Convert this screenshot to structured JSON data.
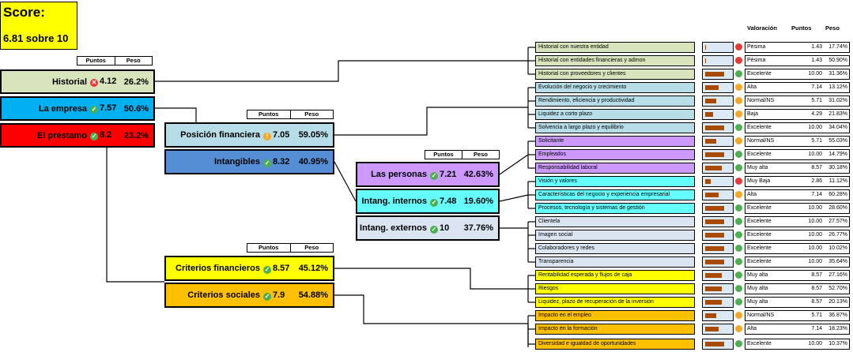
{
  "score": {
    "title": "Score:",
    "value": "6.81 sobre 10"
  },
  "header_labels": {
    "puntos": "Puntos",
    "peso": "Peso"
  },
  "right_headers": {
    "valoracion": "Valoración",
    "puntos": "Puntos",
    "peso": "Peso"
  },
  "level1": [
    {
      "name": "Historial",
      "status": "bad",
      "value": "4.12",
      "pct": "26.2%",
      "color": "#d8e4bc"
    },
    {
      "name": "La empresa",
      "status": "ok",
      "value": "7.57",
      "pct": "50.6%",
      "color": "#00b0f0"
    },
    {
      "name": "El préstamo",
      "status": "ok",
      "value": "8.2",
      "pct": "23.2%",
      "color": "#ff0000"
    }
  ],
  "level2_empresa": [
    {
      "name": "Posición financiera",
      "status": "mid",
      "value": "7.05",
      "pct": "59.05%",
      "color": "#b7dee8"
    },
    {
      "name": "Intangibles",
      "status": "ok",
      "value": "8.32",
      "pct": "40.95%",
      "color": "#558ed5"
    }
  ],
  "level2_prestamo": [
    {
      "name": "Criterios financieros",
      "status": "ok",
      "value": "8.57",
      "pct": "45.12%",
      "color": "#ffff00"
    },
    {
      "name": "Criterios sociales",
      "status": "ok",
      "value": "7.9",
      "pct": "54.88%",
      "color": "#ffc000"
    }
  ],
  "level3_intangibles": [
    {
      "name": "Las personas",
      "status": "ok",
      "value": "7.21",
      "pct": "42.63%",
      "color": "#cc99ff"
    },
    {
      "name": "Intang. internos",
      "status": "ok",
      "value": "7.48",
      "pct": "19.60%",
      "color": "#66ffff"
    },
    {
      "name": "Intang. externos",
      "status": "ok",
      "value": "10",
      "pct": "37.76%",
      "color": "#dbe5f1"
    }
  ],
  "leaves": [
    {
      "label": "Historial con nuestra entidad",
      "color": "#d8e4bc",
      "fill": 0.05,
      "status": "bad",
      "valoracion": "Pésima",
      "puntos": "1.43",
      "peso": "17.74%"
    },
    {
      "label": "Historial con entidades financieras y admon",
      "color": "#d8e4bc",
      "fill": 0.05,
      "status": "bad",
      "valoracion": "Pésima",
      "puntos": "1.43",
      "peso": "50.90%"
    },
    {
      "label": "Historial con proveedores y clientes",
      "color": "#d8e4bc",
      "fill": 1.0,
      "status": "ok",
      "valoracion": "Excelente",
      "puntos": "10.00",
      "peso": "31.36%"
    },
    {
      "label": "Evolución del negocio y crecimiento",
      "color": "#b7dee8",
      "fill": 0.71,
      "status": "mid",
      "valoracion": "Alta",
      "puntos": "7.14",
      "peso": "13.12%"
    },
    {
      "label": "Rendimiento, eficiencia y productividad",
      "color": "#b7dee8",
      "fill": 0.57,
      "status": "mid",
      "valoracion": "Normal/NS",
      "puntos": "5.71",
      "peso": "31.02%"
    },
    {
      "label": "Liquidez a corto plazo",
      "color": "#b7dee8",
      "fill": 0.43,
      "status": "mid",
      "valoracion": "Baja",
      "puntos": "4.29",
      "peso": "21.83%"
    },
    {
      "label": "Solvencia a largo plazo y equilibrio",
      "color": "#b7dee8",
      "fill": 1.0,
      "status": "ok",
      "valoracion": "Excelente",
      "puntos": "10.00",
      "peso": "34.04%"
    },
    {
      "label": "Solicitante",
      "color": "#cc99ff",
      "fill": 0.57,
      "status": "mid",
      "valoracion": "Normal/NS",
      "puntos": "5.71",
      "peso": "55.03%"
    },
    {
      "label": "Empleados",
      "color": "#cc99ff",
      "fill": 1.0,
      "status": "ok",
      "valoracion": "Excelente",
      "puntos": "10.00",
      "peso": "14.79%"
    },
    {
      "label": "Responsabilidad laboral",
      "color": "#cc99ff",
      "fill": 0.86,
      "status": "ok",
      "valoracion": "Muy alta",
      "puntos": "8.57",
      "peso": "30.18%"
    },
    {
      "label": "Visión y valores",
      "color": "#66ffff",
      "fill": 0.29,
      "status": "bad",
      "valoracion": "Muy Baja",
      "puntos": "2.86",
      "peso": "11.12%"
    },
    {
      "label": "Características del negocio y experiencia empresarial",
      "color": "#66ffff",
      "fill": 0.71,
      "status": "mid",
      "valoracion": "Alta",
      "puntos": "7.14",
      "peso": "60.28%"
    },
    {
      "label": "Procesos, tecnología y sistemas de gestión",
      "color": "#66ffff",
      "fill": 1.0,
      "status": "ok",
      "valoracion": "Excelente",
      "puntos": "10.00",
      "peso": "28.60%"
    },
    {
      "label": "Clientela",
      "color": "#dbe5f1",
      "fill": 1.0,
      "status": "ok",
      "valoracion": "Excelente",
      "puntos": "10.00",
      "peso": "27.57%"
    },
    {
      "label": "Imagen social",
      "color": "#dbe5f1",
      "fill": 1.0,
      "status": "ok",
      "valoracion": "Excelente",
      "puntos": "10.00",
      "peso": "26.77%"
    },
    {
      "label": "Colaboradores y redes",
      "color": "#dbe5f1",
      "fill": 1.0,
      "status": "ok",
      "valoracion": "Excelente",
      "puntos": "10.00",
      "peso": "10.02%"
    },
    {
      "label": "Transparencia",
      "color": "#dbe5f1",
      "fill": 1.0,
      "status": "ok",
      "valoracion": "Excelente",
      "puntos": "10.00",
      "peso": "35.64%"
    },
    {
      "label": "Rentabilidad esperada y flujos de caja",
      "color": "#ffff00",
      "fill": 0.86,
      "status": "ok",
      "valoracion": "Muy alta",
      "puntos": "8.57",
      "peso": "27.16%"
    },
    {
      "label": "Riesgos",
      "color": "#ffff00",
      "fill": 0.86,
      "status": "ok",
      "valoracion": "Muy alta",
      "puntos": "8.57",
      "peso": "52.70%"
    },
    {
      "label": "Liquidez, plazo de recuperación de la inversión",
      "color": "#ffff00",
      "fill": 0.86,
      "status": "ok",
      "valoracion": "Muy alta",
      "puntos": "8.57",
      "peso": "20.13%"
    },
    {
      "label": "Impacto en el empleo",
      "color": "#ffc000",
      "fill": 0.57,
      "status": "mid",
      "valoracion": "Normal/NS",
      "puntos": "5.71",
      "peso": "36.87%"
    },
    {
      "label": "Impacto en la formación",
      "color": "#ffc000",
      "fill": 0.71,
      "status": "mid",
      "valoracion": "Alta",
      "puntos": "7.14",
      "peso": "18.23%"
    },
    {
      "label": "Diversidad e igualdad de oportunidades",
      "color": "#ffc000",
      "fill": 1.0,
      "status": "ok",
      "valoracion": "Excelente",
      "puntos": "10.00",
      "peso": "10.37%"
    }
  ]
}
